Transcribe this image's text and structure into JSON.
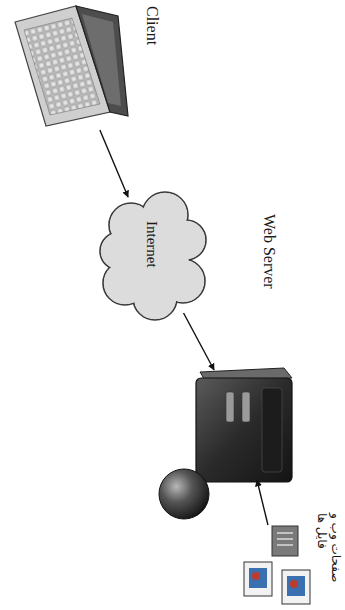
{
  "diagram": {
    "nodes": [
      {
        "text": [
          "Client"
        ]
      },
      {
        "text": [
          "Internet"
        ]
      },
      {
        "text": [
          "Web Server"
        ]
      },
      {
        "text": [
          "صفحات وب و فایل ها"
        ]
      }
    ],
    "edges": [
      {
        "from": 0,
        "to": 1,
        "arrow": "to"
      },
      {
        "from": 1,
        "to": 2,
        "arrow": "to"
      },
      {
        "from": 3,
        "to": 2,
        "arrow": "to"
      }
    ]
  }
}
